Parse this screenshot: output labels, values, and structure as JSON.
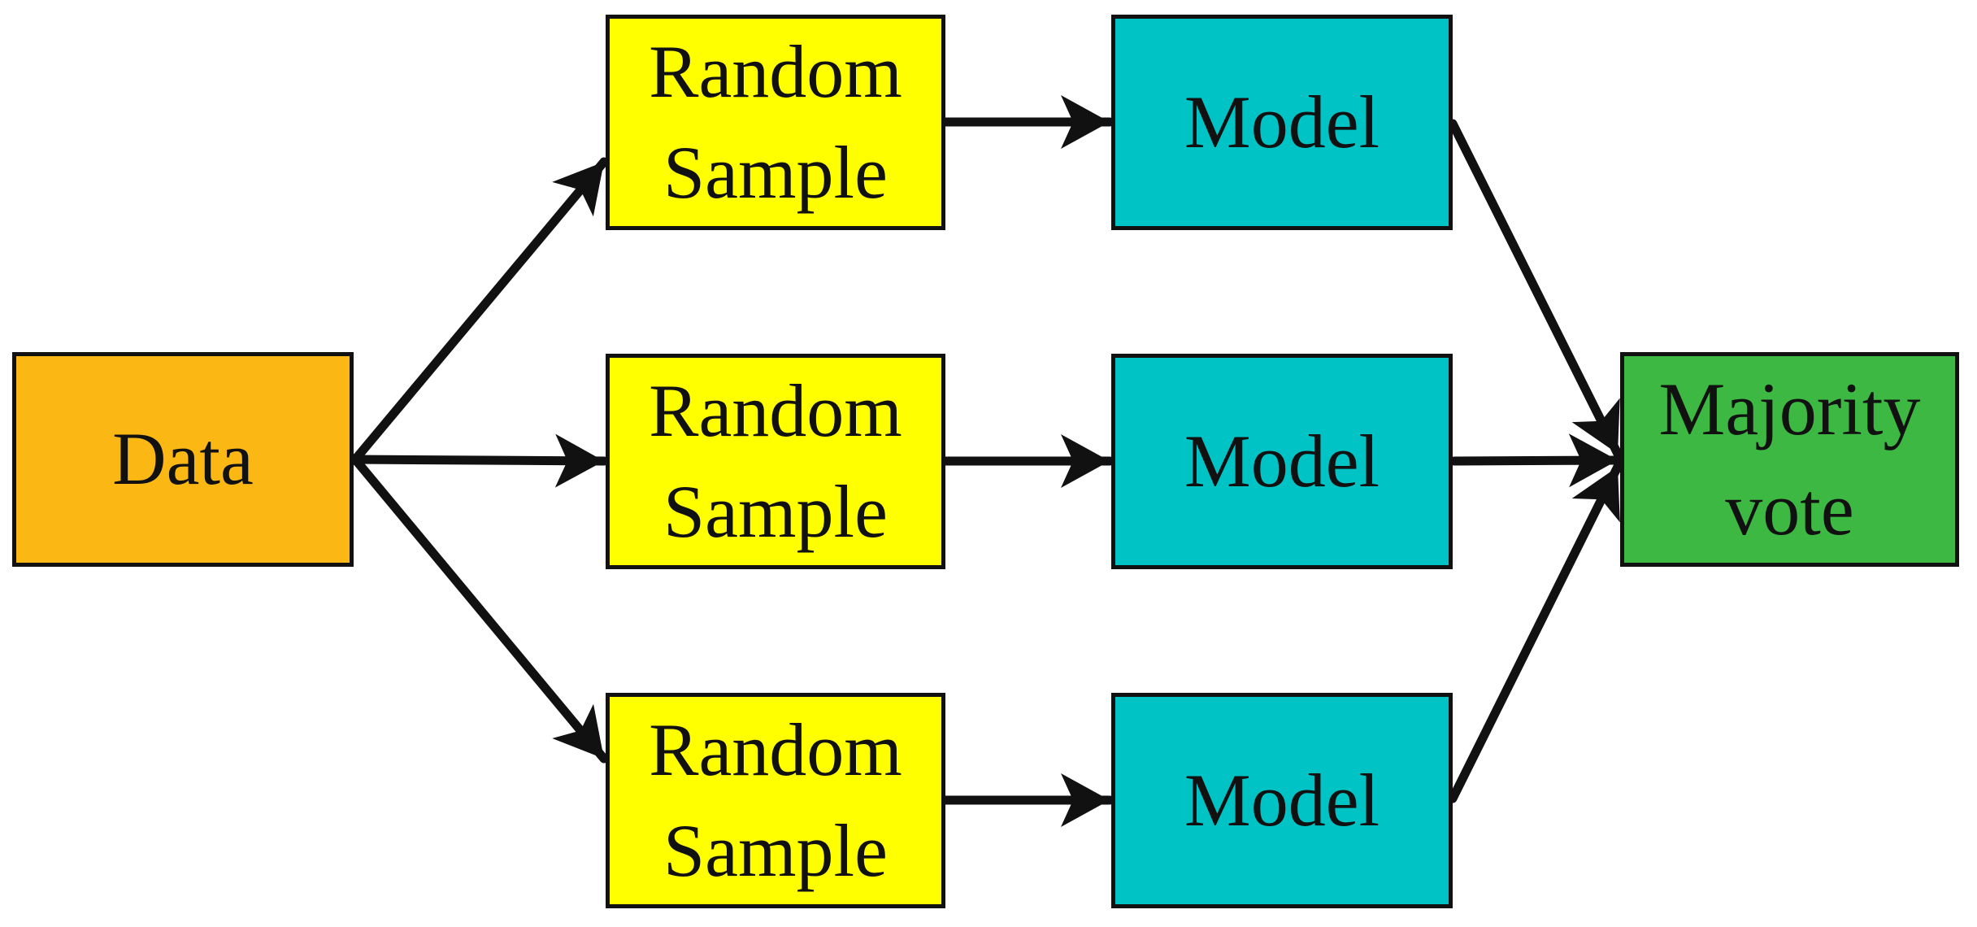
{
  "figure": {
    "kind": "flow-diagram",
    "background": "#FFFFFF",
    "line_color": "#111111",
    "nodes": {
      "data": {
        "label": "Data",
        "fill": "#FBB713"
      },
      "sample_top": {
        "label": "Random\nSample",
        "fill": "#FFFF00"
      },
      "sample_mid": {
        "label": "Random\nSample",
        "fill": "#FFFF00"
      },
      "sample_bot": {
        "label": "Random\nSample",
        "fill": "#FFFF00"
      },
      "model_top": {
        "label": "Model",
        "fill": "#00C3C6"
      },
      "model_mid": {
        "label": "Model",
        "fill": "#00C3C6"
      },
      "model_bot": {
        "label": "Model",
        "fill": "#3CB843"
      }
    },
    "nodes_note": "model boxes are teal #00C3C6; majority box is green",
    "majority_node": {
      "label": "Majority\nvote",
      "fill": "#3CB843"
    },
    "edges": [
      {
        "from": "data",
        "to": "sample_top",
        "arrowhead": "stealth"
      },
      {
        "from": "data",
        "to": "sample_mid",
        "arrowhead": "stealth"
      },
      {
        "from": "data",
        "to": "sample_bot",
        "arrowhead": "stealth"
      },
      {
        "from": "sample_top",
        "to": "model_top",
        "arrowhead": "stealth"
      },
      {
        "from": "sample_mid",
        "to": "model_mid",
        "arrowhead": "stealth"
      },
      {
        "from": "sample_bot",
        "to": "model_bot",
        "arrowhead": "stealth"
      },
      {
        "from": "model_top",
        "to": "majority",
        "arrowhead": "stealth"
      },
      {
        "from": "model_mid",
        "to": "majority",
        "arrowhead": "stealth"
      },
      {
        "from": "model_bot",
        "to": "majority",
        "arrowhead": "stealth"
      }
    ]
  }
}
